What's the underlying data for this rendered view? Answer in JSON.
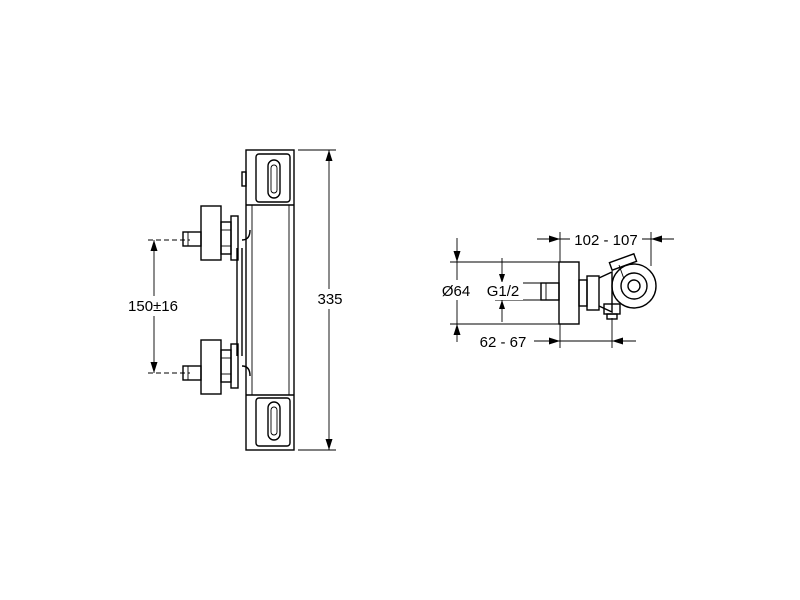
{
  "front_view": {
    "dim_height": "335",
    "dim_spacing": "150±16"
  },
  "side_view": {
    "dim_projection": "102 - 107",
    "dim_wall": "62 - 67",
    "dim_diameter": "Ø64",
    "dim_thread": "G1/2"
  }
}
